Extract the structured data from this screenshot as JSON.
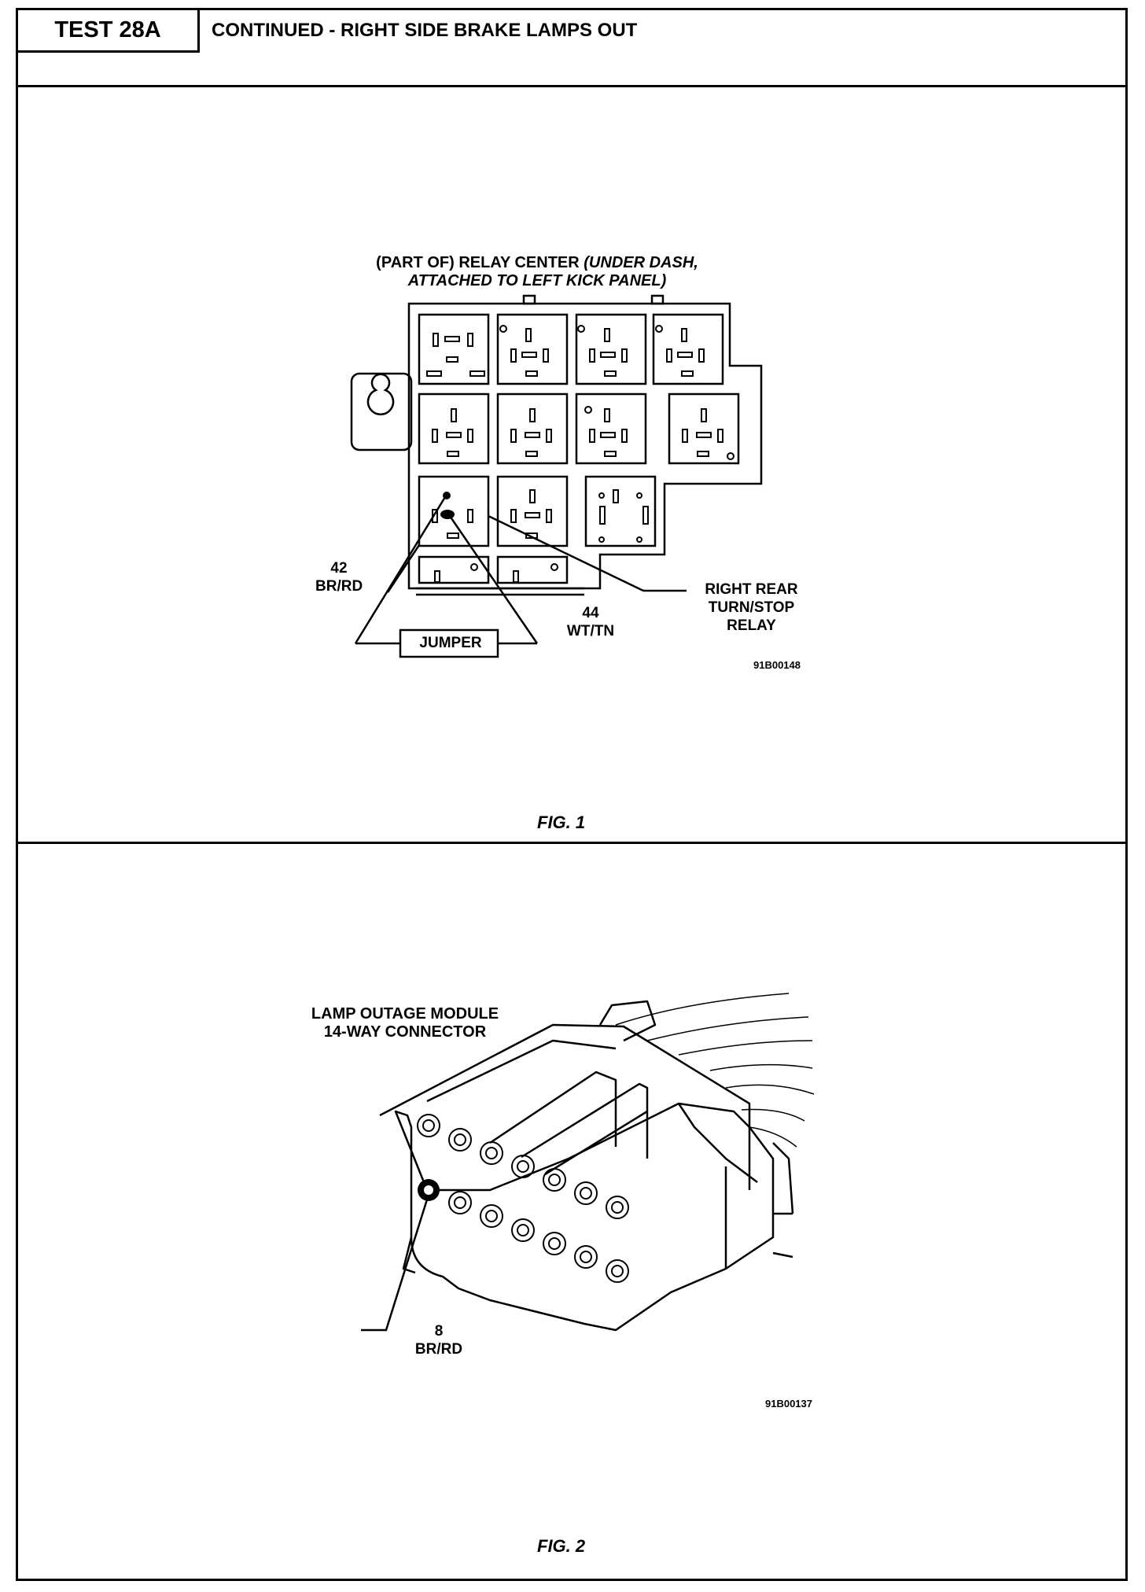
{
  "header": {
    "test_id": "TEST 28A",
    "title": "CONTINUED - RIGHT SIDE BRAKE LAMPS OUT"
  },
  "fig1": {
    "title_line1": "(PART OF) RELAY CENTER ",
    "title_line1_italic": "(UNDER DASH,",
    "title_line2": "ATTACHED TO LEFT KICK PANEL)",
    "wire_a_num": "42",
    "wire_a_color": "BR/RD",
    "wire_b_num": "44",
    "wire_b_color": "WT/TN",
    "jumper_label": "JUMPER",
    "relay_line1": "RIGHT REAR",
    "relay_line2": "TURN/STOP",
    "relay_line3": "RELAY",
    "code": "91B00148",
    "caption": "FIG. 1"
  },
  "fig2": {
    "title_line1": "LAMP OUTAGE MODULE",
    "title_line2": "14-WAY CONNECTOR",
    "pin_num": "8",
    "pin_color": "BR/RD",
    "code": "91B00137",
    "caption": "FIG. 2"
  }
}
